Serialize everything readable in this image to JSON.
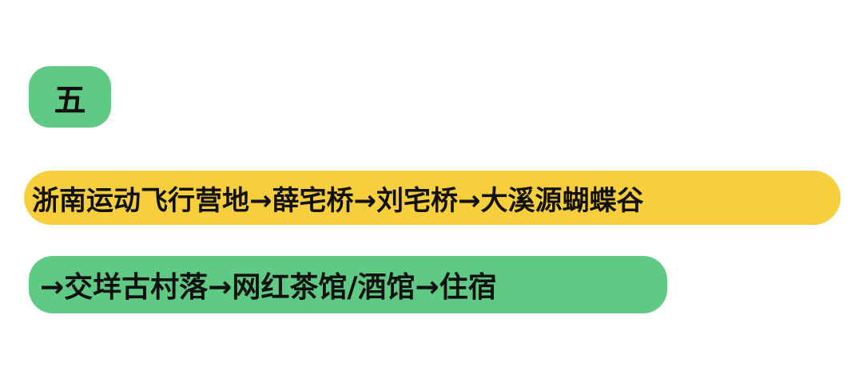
{
  "day_badge": {
    "label": "五"
  },
  "route": {
    "line1": "浙南运动飞行营地→薛宅桥→刘宅桥→大溪源蝴蝶谷",
    "line2": "→交垟古村落→网红茶馆/酒馆→住宿"
  },
  "colors": {
    "badge_green": "#5fca83",
    "highlight_yellow": "#f7cf3c",
    "text": "#111111"
  }
}
